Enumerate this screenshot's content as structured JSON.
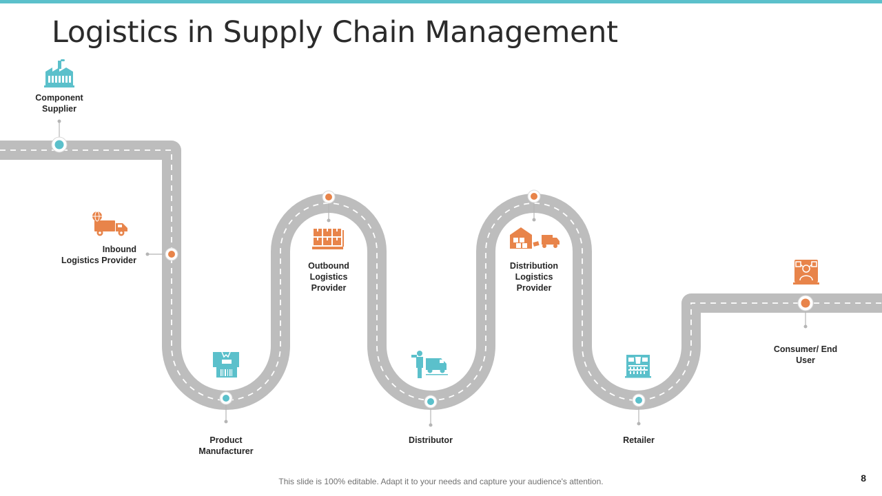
{
  "slide": {
    "title": "Logistics in Supply Chain Management",
    "footer": "This slide is 100% editable. Adapt it to your needs and capture your audience's attention.",
    "page_number": "8"
  },
  "colors": {
    "teal": "#5bc0cb",
    "orange": "#e8844a",
    "road": "#bdbdbd"
  },
  "stages": [
    {
      "id": "component-supplier",
      "label": "Component\nSupplier",
      "icon": "factory-icon"
    },
    {
      "id": "inbound-logistics-provider",
      "label": "Inbound\nLogistics Provider",
      "icon": "delivery-truck-globe-icon"
    },
    {
      "id": "product-manufacturer",
      "label": "Product\nManufacturer",
      "icon": "package-scanner-icon"
    },
    {
      "id": "outbound-logistics-provider",
      "label": "Outbound\nLogistics\nProvider",
      "icon": "pallet-boxes-icon"
    },
    {
      "id": "distributor",
      "label": "Distributor",
      "icon": "courier-van-icon"
    },
    {
      "id": "distribution-logistics-provider",
      "label": "Distribution\nLogistics\nProvider",
      "icon": "warehouse-truck-icon"
    },
    {
      "id": "retailer",
      "label": "Retailer",
      "icon": "retail-store-icon"
    },
    {
      "id": "consumer-end-user",
      "label": "Consumer/ End\nUser",
      "icon": "consumer-screen-icon"
    }
  ]
}
